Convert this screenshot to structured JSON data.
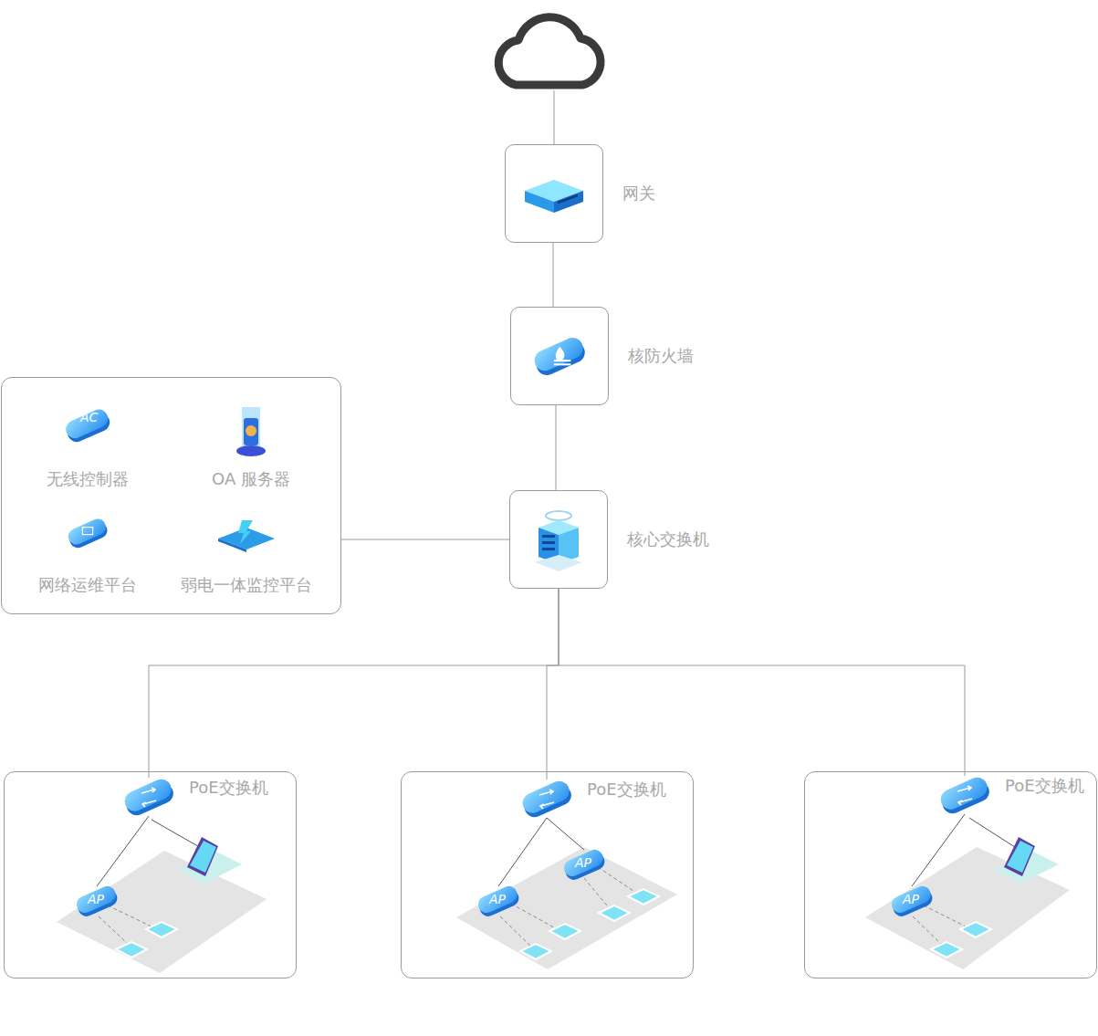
{
  "diagram": {
    "nodes": [
      {
        "text": [
          "网关"
        ]
      },
      {
        "text": [
          "核防火墙"
        ]
      },
      {
        "text": []
      },
      {
        "text": [
          "AC",
          "无线控制器"
        ],
        "in": 2
      },
      {
        "text": [
          "OA 服务器"
        ],
        "in": 2
      },
      {
        "text": [
          "网络运维平台"
        ],
        "in": 2
      },
      {
        "text": [
          "弱电一体监控平台"
        ],
        "in": 2
      },
      {
        "text": [
          "核心交换机"
        ]
      },
      {
        "text": []
      },
      {
        "text": [
          "PoE交换机"
        ],
        "in": 8
      },
      {
        "text": [
          "AP"
        ],
        "in": 8
      },
      {
        "text": []
      },
      {
        "text": [
          "PoE交换机"
        ],
        "in": 11
      },
      {
        "text": [
          "AP"
        ],
        "in": 11
      },
      {
        "text": [
          "AP"
        ],
        "in": 11
      },
      {
        "text": []
      },
      {
        "text": [
          "PoE交换机"
        ],
        "in": 15
      },
      {
        "text": [
          "AP"
        ],
        "in": 15
      }
    ],
    "edges": [
      {
        "from": 0,
        "to": 1,
        "arrow": "none"
      },
      {
        "from": 1,
        "to": 7,
        "arrow": "none"
      },
      {
        "from": 7,
        "to": 2,
        "arrow": "none"
      },
      {
        "from": 7,
        "to": 9,
        "arrow": "none"
      },
      {
        "from": 7,
        "to": 12,
        "arrow": "none"
      },
      {
        "from": 7,
        "to": 16,
        "arrow": "none"
      },
      {
        "from": 9,
        "to": 10,
        "arrow": "none"
      },
      {
        "from": 12,
        "to": 13,
        "arrow": "none"
      },
      {
        "from": 12,
        "to": 14,
        "arrow": "none"
      },
      {
        "from": 16,
        "to": 17,
        "arrow": "none"
      }
    ]
  }
}
